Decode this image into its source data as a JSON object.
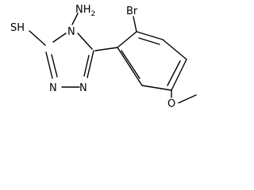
{
  "molecule": {
    "atoms": {
      "sh": "SH",
      "n4": "N",
      "nh2": "NH",
      "nh2_subscript": "2",
      "n1": "N",
      "n2": "N",
      "br": "Br",
      "o": "O"
    },
    "colors": {
      "bond": "#000000",
      "label": "#000000",
      "background": "#ffffff"
    }
  }
}
